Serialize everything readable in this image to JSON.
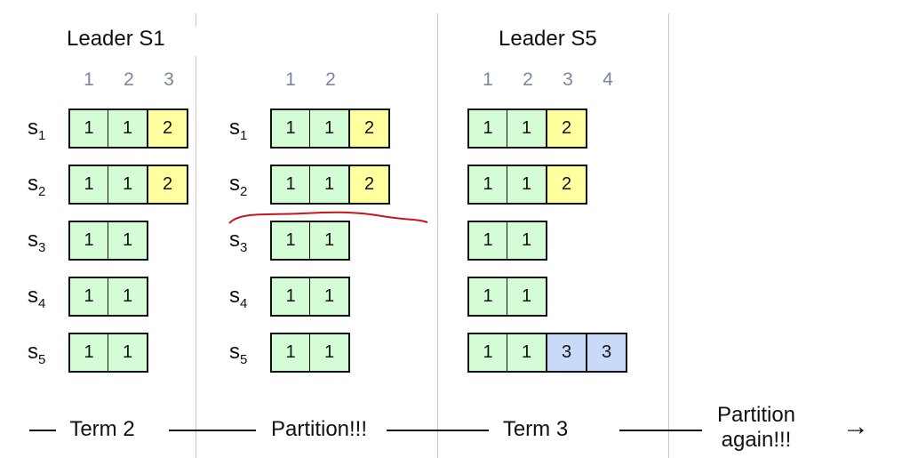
{
  "colors": {
    "term1": "#d5fdd5",
    "term2": "#ffff9f",
    "term3": "#c9daf8",
    "annotation": "#c0181d"
  },
  "panels": [
    {
      "title": "Leader S1",
      "columns": [
        "1",
        "2",
        "3"
      ],
      "rows": [
        {
          "server": "s",
          "sub": "1",
          "entries": [
            1,
            1,
            2
          ]
        },
        {
          "server": "s",
          "sub": "2",
          "entries": [
            1,
            1,
            2
          ]
        },
        {
          "server": "s",
          "sub": "3",
          "entries": [
            1,
            1
          ]
        },
        {
          "server": "s",
          "sub": "4",
          "entries": [
            1,
            1
          ]
        },
        {
          "server": "s",
          "sub": "5",
          "entries": [
            1,
            1
          ]
        }
      ]
    },
    {
      "title": "",
      "columns": [
        "1",
        "2"
      ],
      "rows": [
        {
          "server": "s",
          "sub": "1",
          "entries": [
            1,
            1,
            2
          ]
        },
        {
          "server": "s",
          "sub": "2",
          "entries": [
            1,
            1,
            2
          ]
        },
        {
          "server": "s",
          "sub": "3",
          "entries": [
            1,
            1
          ]
        },
        {
          "server": "s",
          "sub": "4",
          "entries": [
            1,
            1
          ]
        },
        {
          "server": "s",
          "sub": "5",
          "entries": [
            1,
            1
          ]
        }
      ]
    },
    {
      "title": "Leader S5",
      "columns": [
        "1",
        "2",
        "3",
        "4"
      ],
      "rows": [
        {
          "server": "",
          "sub": "",
          "entries": [
            1,
            1,
            2
          ]
        },
        {
          "server": "",
          "sub": "",
          "entries": [
            1,
            1,
            2
          ]
        },
        {
          "server": "",
          "sub": "",
          "entries": [
            1,
            1
          ]
        },
        {
          "server": "",
          "sub": "",
          "entries": [
            1,
            1
          ]
        },
        {
          "server": "",
          "sub": "",
          "entries": [
            1,
            1,
            3,
            3
          ]
        }
      ]
    }
  ],
  "timeline": {
    "phases": [
      "Term 2",
      "Partition!!!",
      "Term 3",
      "Partition again!!!"
    ],
    "arrow": "→"
  }
}
